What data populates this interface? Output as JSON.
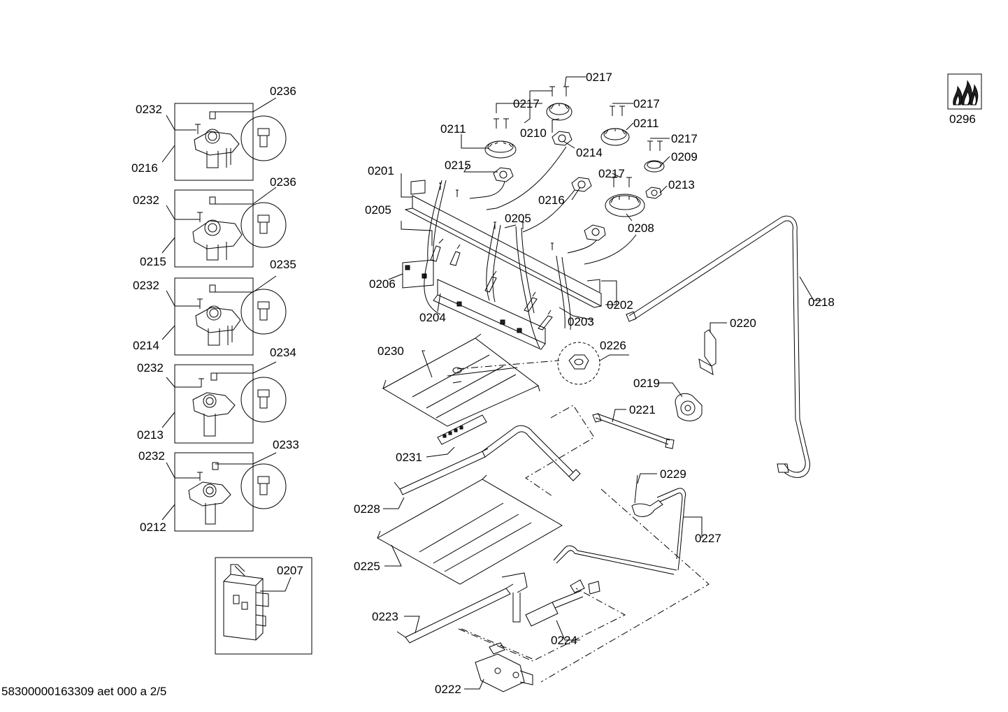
{
  "labels": {
    "p0201": "0201",
    "p0202": "0202",
    "p0203": "0203",
    "p0204": "0204",
    "p0205": "0205",
    "p0206": "0206",
    "p0207": "0207",
    "p0208": "0208",
    "p0209": "0209",
    "p0210": "0210",
    "p0211": "0211",
    "p0212": "0212",
    "p0213": "0213",
    "p0214": "0214",
    "p0215": "0215",
    "p0216": "0216",
    "p0217": "0217",
    "p0218": "0218",
    "p0219": "0219",
    "p0220": "0220",
    "p0221": "0221",
    "p0222": "0222",
    "p0223": "0223",
    "p0224": "0224",
    "p0225": "0225",
    "p0226": "0226",
    "p0227": "0227",
    "p0228": "0228",
    "p0229": "0229",
    "p0230": "0230",
    "p0231": "0231",
    "p0232": "0232",
    "p0233": "0233",
    "p0234": "0234",
    "p0235": "0235",
    "p0236": "0236",
    "p0296": "0296"
  },
  "footer": "58300000163309 aet 000 a 2/5"
}
